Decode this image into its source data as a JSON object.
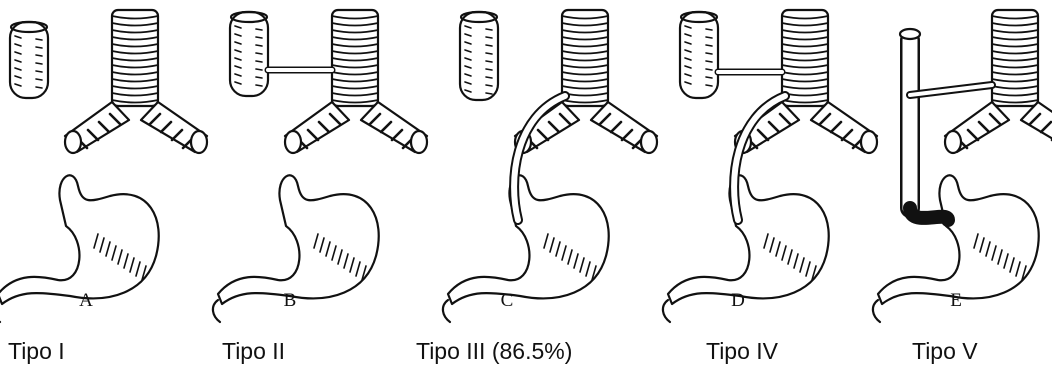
{
  "panels": [
    {
      "letter": "A",
      "type_label": "Tipo I"
    },
    {
      "letter": "B",
      "type_label": "Tipo II"
    },
    {
      "letter": "C",
      "type_label": "Tipo III (86.5%)"
    },
    {
      "letter": "D",
      "type_label": "Tipo IV"
    },
    {
      "letter": "E",
      "type_label": "Tipo V"
    }
  ]
}
